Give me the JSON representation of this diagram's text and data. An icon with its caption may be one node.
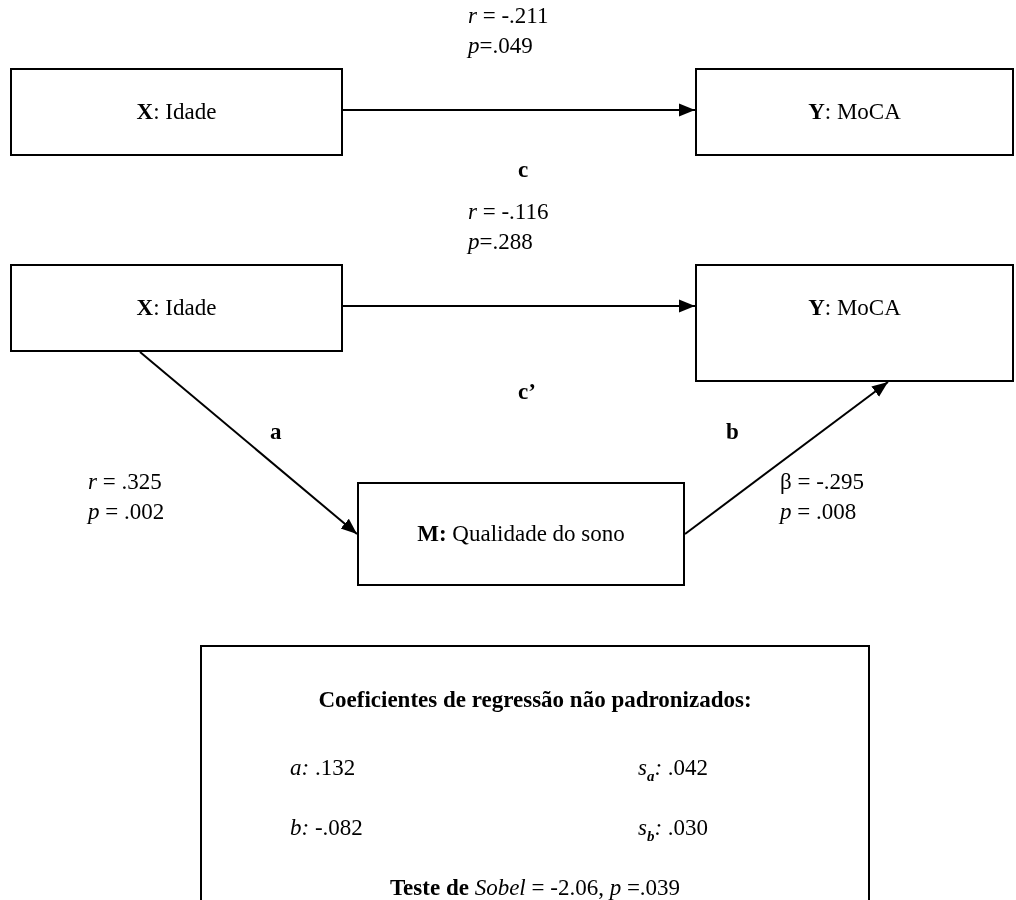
{
  "diagram": {
    "nodes": [
      {
        "text": [
          "**X**: Idade"
        ]
      },
      {
        "text": [
          "**Y**: MoCA"
        ]
      },
      {
        "text": [
          "**X**: Idade"
        ]
      },
      {
        "text": [
          "**Y**: MoCA"
        ]
      },
      {
        "text": [
          "**M:** Qualidade do sono"
        ]
      },
      {
        "text": [
          "Coeficientes de regressão não padronizados:",
          "*a:* .132",
          "*s*$_{a}$*:* .042",
          "*b:* -.082",
          "*s*$_{b}$*:* .030",
          "**Teste de** *Sobel* = -2.06, *p* =.039"
        ]
      }
    ],
    "edges": [
      {
        "from": 0,
        "to": 1,
        "arrow": "to",
        "label": "c"
      },
      {
        "from": 2,
        "to": 3,
        "arrow": "to",
        "label": "c’"
      },
      {
        "from": 2,
        "to": 4,
        "arrow": "to",
        "label": "a"
      },
      {
        "from": 4,
        "to": 3,
        "arrow": "to",
        "label": "b"
      }
    ],
    "labels": [
      "*r* = -.211",
      "*p*=.049",
      "*r* = -.116",
      "*p*=.288",
      "*r* = .325",
      "*p* = .002",
      "β = -.295",
      "*p* = .008"
    ]
  }
}
